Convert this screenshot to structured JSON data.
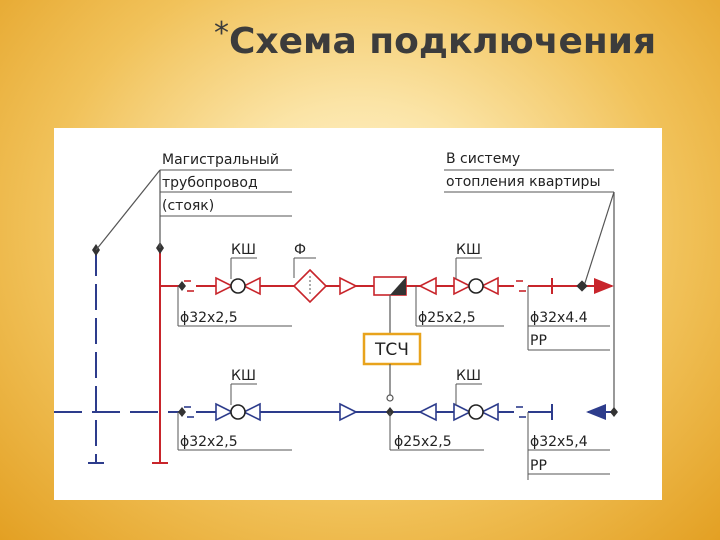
{
  "slide": {
    "bullet": "*",
    "title": "Схема подключения"
  },
  "diagram": {
    "main_pipeline": [
      "Магистральный",
      "трубопровод",
      "(стояк)"
    ],
    "to_system": [
      "В систему",
      "отопления квартиры"
    ],
    "valve_label": "КШ",
    "filter_label": "Ф",
    "meter_label": "ТСЧ",
    "supply": {
      "left_size": "ϕ32х2,5",
      "mid_size": "ϕ25х2,5",
      "right_size": "ϕ32х4.4",
      "right_material": "PP"
    },
    "return": {
      "left_size": "ϕ32х2,5",
      "mid_size": "ϕ25х2,5",
      "right_size": "ϕ32х5,4",
      "right_material": "PP"
    },
    "colors": {
      "supply_line": "#c8252b",
      "return_line": "#2d3c8c",
      "meter_border": "#e8a31c",
      "callout": "#555555"
    }
  }
}
